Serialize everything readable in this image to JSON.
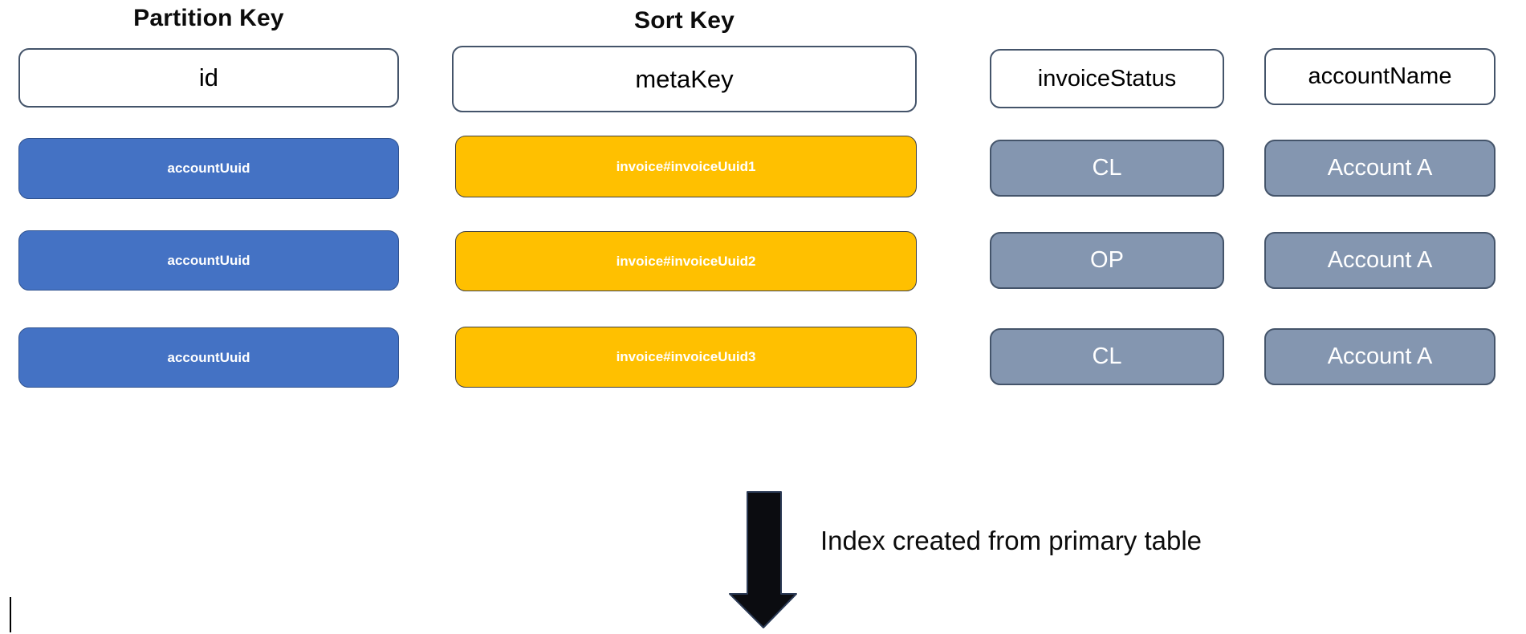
{
  "diagram": {
    "key_labels": {
      "partition": "Partition Key",
      "sort": "Sort Key"
    },
    "headers": [
      {
        "label": "id"
      },
      {
        "label": "metaKey"
      },
      {
        "label": "invoiceStatus"
      },
      {
        "label": "accountName"
      }
    ],
    "rows": [
      {
        "partition": "accountUuid",
        "sort": "invoice#invoiceUuid1",
        "status": "CL",
        "account": "Account A"
      },
      {
        "partition": "accountUuid",
        "sort": "invoice#invoiceUuid2",
        "status": "OP",
        "account": "Account A"
      },
      {
        "partition": "accountUuid",
        "sort": "invoice#invoiceUuid3",
        "status": "CL",
        "account": "Account A"
      }
    ],
    "annotation": {
      "icon": "down-arrow",
      "text": "Index created from primary table"
    },
    "colors": {
      "partition_fill": "#4472C4",
      "sort_fill": "#FFC000",
      "attr_fill": "#8496B0",
      "box_border": "#44546A",
      "arrow_fill": "#0b0c10",
      "text_on_fill": "#ffffff"
    }
  }
}
